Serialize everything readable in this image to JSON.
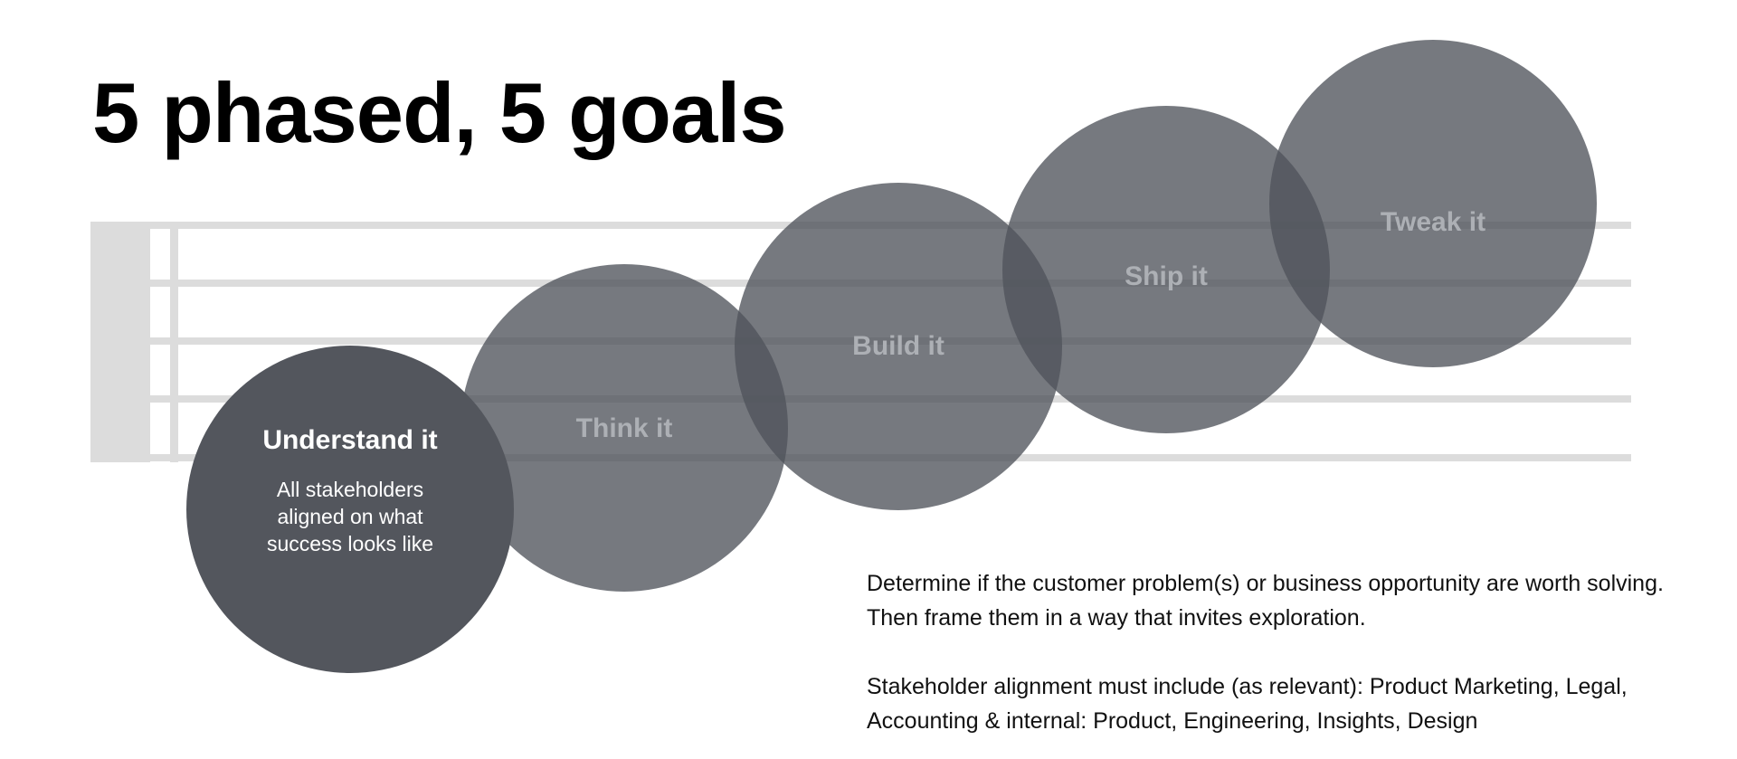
{
  "title": "5 phased, 5 goals",
  "phases": [
    {
      "label": "Understand it",
      "goal": "All stakeholders aligned on what success looks like",
      "active": true
    },
    {
      "label": "Think it",
      "active": false
    },
    {
      "label": "Build it",
      "active": false
    },
    {
      "label": "Ship it",
      "active": false
    },
    {
      "label": "Tweak it",
      "active": false
    }
  ],
  "description": {
    "paragraph_1": "Determine if the customer problem(s) or business opportunity are worth solving. Then frame them in a way that invites exploration.",
    "paragraph_2": "Stakeholder alignment must include (as relevant):  Product Marketing, Legal, Accounting & internal: Product, Engineering, Insights, Design"
  },
  "colors": {
    "active_circle": "#53565d",
    "faded_circle": "#4f535b",
    "faded_label": "#adb0b5",
    "staff_lines": "#dcdcdc",
    "text": "#000000"
  }
}
